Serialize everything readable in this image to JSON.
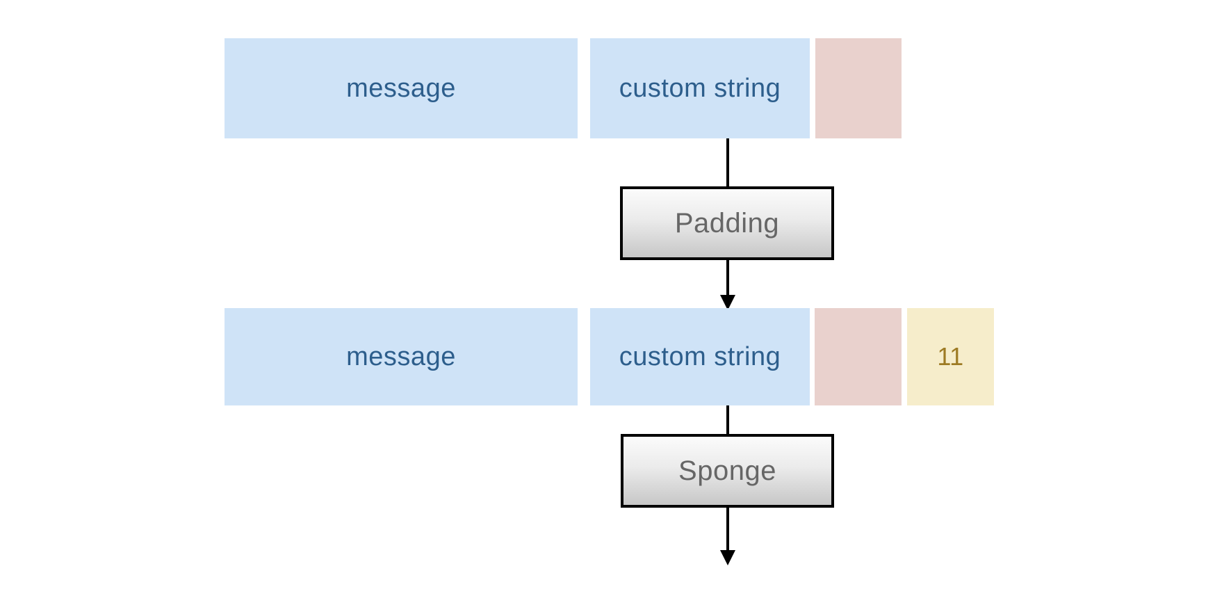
{
  "colors": {
    "block_blue": "#cfe3f7",
    "block_blue_text": "#2d5e8c",
    "block_pink": "#e9d1cd",
    "block_yellow": "#f6edcb",
    "block_yellow_text": "#9d7a23",
    "process_box_text": "#666666",
    "process_box_border": "#000000",
    "process_gradient_top": "#fbfbfb",
    "process_gradient_bottom": "#c7c7c7",
    "arrow": "#000000"
  },
  "row1": {
    "message_label": "message",
    "custom_string_label": "custom string"
  },
  "process1": {
    "label": "Padding"
  },
  "row2": {
    "message_label": "message",
    "custom_string_label": "custom string",
    "suffix_value": "11"
  },
  "process2": {
    "label": "Sponge"
  }
}
